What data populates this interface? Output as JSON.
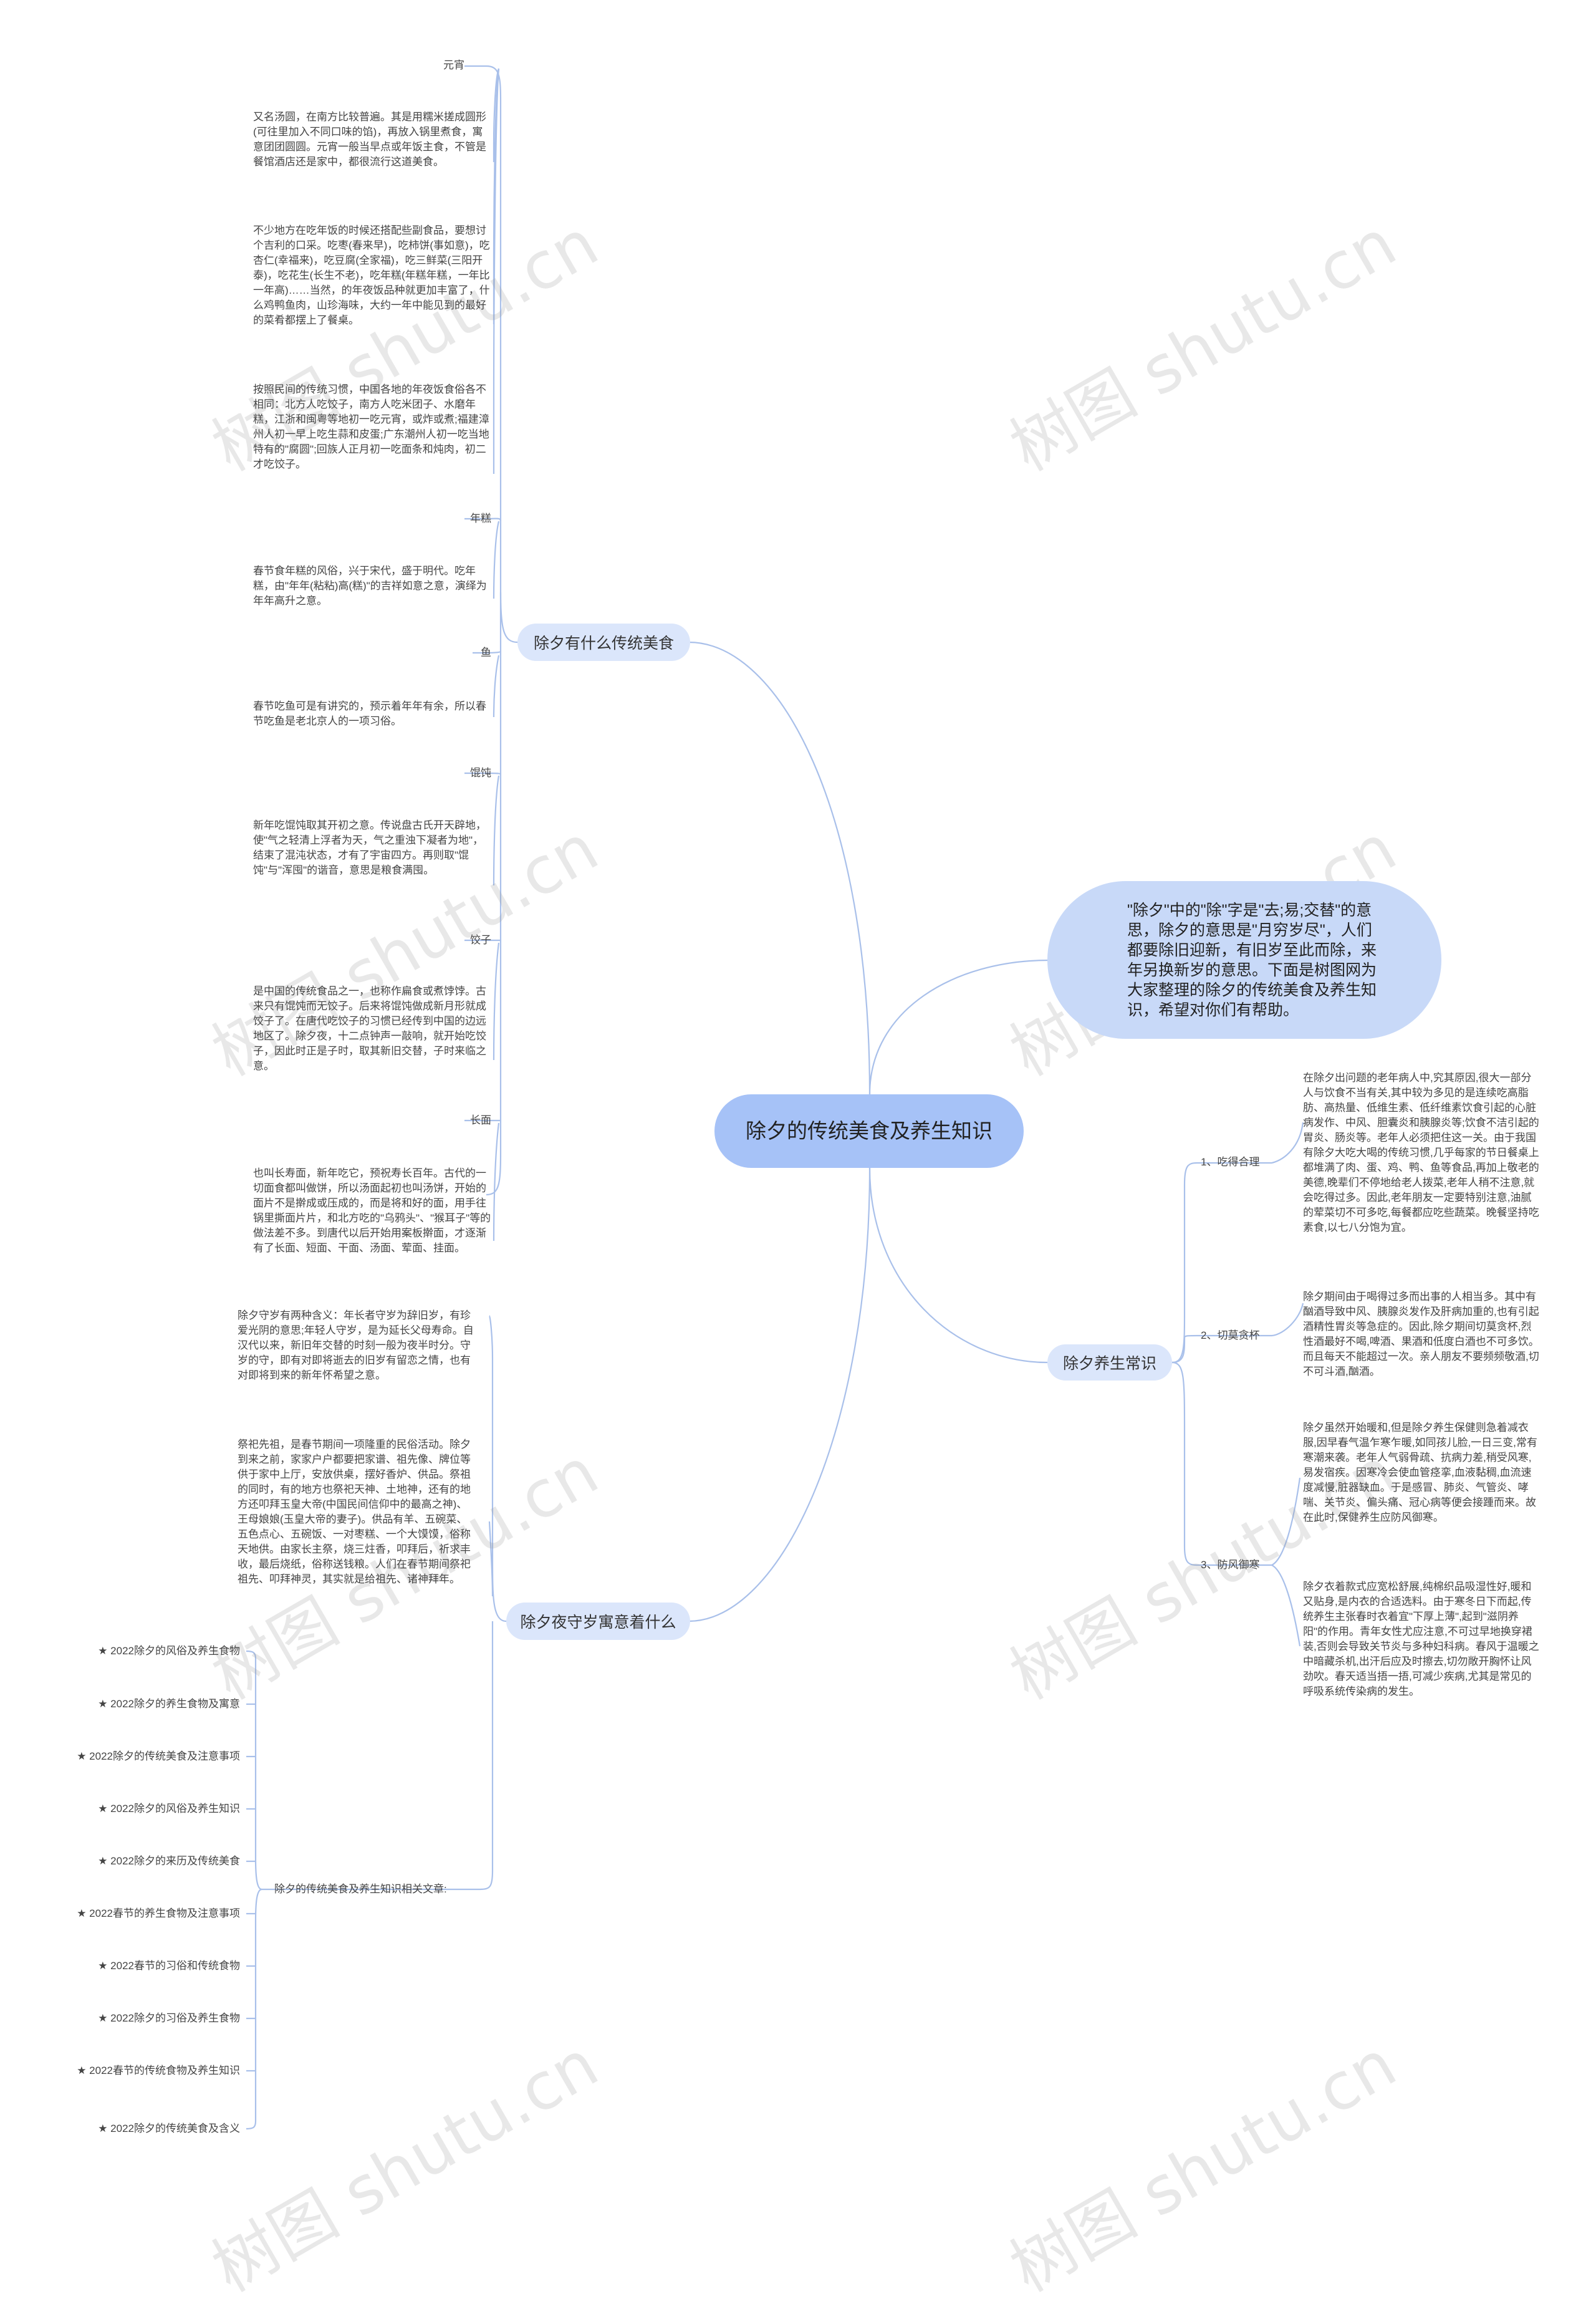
{
  "center": "除夕的传统美食及养生知识",
  "intro": "\"除夕\"中的\"除\"字是\"去;易;交替\"的意思，除夕的意思是\"月穷岁尽\"，人们都要除旧迎新，有旧岁至此而除，来年另换新岁的意思。下面是树图网为大家整理的除夕的传统美食及养生知识，希望对你们有帮助。",
  "watermark": "树图 shutu.cn",
  "branch_food": {
    "label": "除夕有什么传统美食",
    "yuanxiao": "元宵",
    "p1": "又名汤圆，在南方比较普遍。其是用糯米搓成圆形(可往里加入不同口味的馅)，再放入锅里煮食，寓意团团圆圆。元宵一般当早点或年饭主食，不管是餐馆酒店还是家中，都很流行这道美食。",
    "p2": "不少地方在吃年饭的时候还搭配些副食品，要想讨个吉利的口采。吃枣(春来早)，吃柿饼(事如意)，吃杏仁(幸福来)，吃豆腐(全家福)，吃三鲜菜(三阳开泰)，吃花生(长生不老)，吃年糕(年糕年糕，一年比一年高)……当然，的年夜饭品种就更加丰富了，什么鸡鸭鱼肉，山珍海味，大约一年中能见到的最好的菜肴都摆上了餐桌。",
    "p3": "按照民间的传统习惯，中国各地的年夜饭食俗各不相同：北方人吃饺子，南方人吃米团子、水磨年糕，江浙和闽粤等地初一吃元宵，或炸或煮;福建漳州人初一早上吃生蒜和皮蛋;广东潮州人初一吃当地特有的\"腐圆\";回族人正月初一吃面条和炖肉，初二才吃饺子。",
    "niangao": "年糕",
    "p4": "春节食年糕的风俗，兴于宋代，盛于明代。吃年糕，由\"年年(粘粘)高(糕)\"的吉祥如意之意，演绎为年年高升之意。",
    "yu": "鱼",
    "p5": "春节吃鱼可是有讲究的，预示着年年有余，所以春节吃鱼是老北京人的一项习俗。",
    "huntun": "馄饨",
    "p6": "新年吃馄饨取其开初之意。传说盘古氏开天辟地，使\"气之轻清上浮者为天，气之重浊下凝者为地\"，结束了混沌状态，才有了宇宙四方。再则取\"馄饨\"与\"浑囤\"的谐音，意思是粮食满囤。",
    "jiaozi": "饺子",
    "p7": "是中国的传统食品之一，也称作扁食或煮饽饽。古来只有馄饨而无饺子。后来将馄饨做成新月形就成饺子了。在唐代吃饺子的习惯已经传到中国的边远地区了。除夕夜，十二点钟声一敲响，就开始吃饺子，因此时正是子时，取其新旧交替，子时来临之意。",
    "changmian": "长面",
    "p8": "也叫长寿面，新年吃它，预祝寿长百年。古代的一切面食都叫做饼，所以汤面起初也叫汤饼，开始的面片不是擀成或压成的，而是将和好的面，用手往锅里撕面片片，和北方吃的\"乌鸦头\"、\"猴耳子\"等的做法差不多。到唐代以后开始用案板擀面，才逐渐有了长面、短面、干面、汤面、荤面、挂面。"
  },
  "branch_shousui": {
    "label": "除夕夜守岁寓意着什么",
    "p1": "除夕守岁有两种含义：年长者守岁为辞旧岁，有珍爱光阴的意思;年轻人守岁，是为延长父母寿命。自汉代以来，新旧年交替的时刻一般为夜半时分。守岁的守，即有对即将逝去的旧岁有留恋之情，也有对即将到来的新年怀希望之意。",
    "p2": "祭祀先祖，是春节期间一项隆重的民俗活动。除夕到来之前，家家户户都要把家谱、祖先像、牌位等供于家中上厅，安放供桌，摆好香炉、供品。祭祖的同时，有的地方也祭祀天神、土地神，还有的地方还叩拜玉皇大帝(中国民间信仰中的最高之神)、王母娘娘(玉皇大帝的妻子)。供品有羊、五碗菜、五色点心、五碗饭、一对枣糕、一个大馍馍，俗称天地供。由家长主祭，烧三炷香，叩拜后，祈求丰收，最后烧纸，俗称送钱粮。人们在春节期间祭祀祖先、叩拜神灵，其实就是给祖先、诸神拜年。",
    "related_label": "除夕的传统美食及养生知识相关文章:",
    "related": [
      "★ 2022除夕的风俗及养生食物",
      "★ 2022除夕的养生食物及寓意",
      "★ 2022除夕的传统美食及注意事项",
      "★ 2022除夕的风俗及养生知识",
      "★ 2022除夕的来历及传统美食",
      "★ 2022春节的养生食物及注意事项",
      "★ 2022春节的习俗和传统食物",
      "★ 2022除夕的习俗及养生食物",
      "★ 2022春节的传统食物及养生知识",
      "★ 2022除夕的传统美食及含义"
    ]
  },
  "branch_health": {
    "label": "除夕养生常识",
    "s1_label": "1、吃得合理",
    "s1_text": "在除夕出问题的老年病人中,究其原因,很大一部分人与饮食不当有关,其中较为多见的是连续吃高脂肪、高热量、低维生素、低纤维素饮食引起的心脏病发作、中风、胆囊炎和胰腺炎等;饮食不洁引起的胃炎、肠炎等。老年人必须把住这一关。由于我国有除夕大吃大喝的传统习惯,几乎每家的节日餐桌上都堆满了肉、蛋、鸡、鸭、鱼等食品,再加上敬老的美德,晚辈们不停地给老人拨菜,老年人稍不注意,就会吃得过多。因此,老年朋友一定要特别注意,油腻的荤菜切不可多吃,每餐都应吃些蔬菜。晚餐坚持吃素食,以七八分饱为宜。",
    "s2_label": "2、切莫贪杯",
    "s2_text": "除夕期间由于喝得过多而出事的人相当多。其中有酗酒导致中风、胰腺炎发作及肝病加重的,也有引起酒精性胃炎等急症的。因此,除夕期间切莫贪杯,烈性酒最好不喝,啤酒、果酒和低度白酒也不可多饮。而且每天不能超过一次。亲人朋友不要频频敬酒,切不可斗酒,酗酒。",
    "s3_label": "3、防风御寒",
    "s3_text1": "除夕虽然开始暖和,但是除夕养生保健则急着减衣服,因早春气温乍寒乍暖,如同孩儿脸,一日三变,常有寒潮来袭。老年人气弱骨疏、抗病力差,稍受风寒,易发宿疾。因寒冷会使血管痉挛,血液黏稠,血流速度减慢,脏器缺血。于是感冒、肺炎、气管炎、哮喘、关节炎、偏头痛、冠心病等便会接踵而来。故在此时,保健养生应防风御寒。",
    "s3_text2": "除夕衣着款式应宽松舒展,纯棉织品吸湿性好,暖和又贴身,是内衣的合适选料。由于寒冬日下而起,传统养生主张春时衣着宜\"下厚上薄\",起到\"滋阴养阳\"的作用。青年女性尤应注意,不可过早地换穿裙装,否则会导致关节炎与多种妇科病。春风于温暖之中暗藏杀机,出汗后应及时擦去,切勿敞开胸怀让风劲吹。春天适当捂一捂,可减少疾病,尤其是常见的呼吸系统传染病的发生。"
  }
}
